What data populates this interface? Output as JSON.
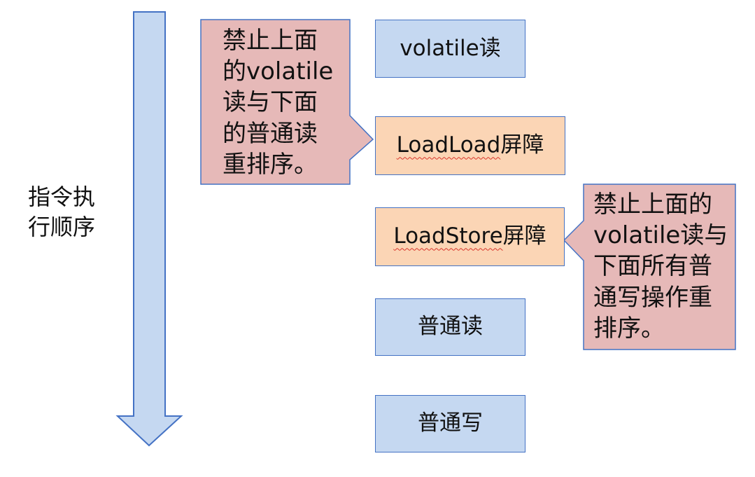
{
  "axis": {
    "label": "指令执\n行顺序"
  },
  "steps": [
    {
      "id": "volatile-read",
      "label": "volatile读",
      "color": "#c5d8f1"
    },
    {
      "id": "loadload-barrier",
      "prefix": "LoadLoad",
      "suffix": "屏障",
      "color": "#fbd5b5"
    },
    {
      "id": "loadstore-barrier",
      "prefix": "LoadStore",
      "suffix": "屏障",
      "color": "#fbd5b5"
    },
    {
      "id": "normal-read",
      "label": "普通读",
      "color": "#c5d8f1"
    },
    {
      "id": "normal-write",
      "label": "普通写",
      "color": "#c5d8f1"
    }
  ],
  "callouts": [
    {
      "id": "loadload-note",
      "text": "禁止上面\n的volatile\n读与下面\n的普通读\n重排序。",
      "color": "#e6b9b8"
    },
    {
      "id": "loadstore-note",
      "text": "禁止上面的\nvolatile读与\n下面所有普\n通写操作重\n排序。",
      "color": "#e6b9b8"
    }
  ],
  "colors": {
    "border": "#4472c4",
    "arrow_fill": "#c5d8f1",
    "misspell_underline": "#d9352b"
  }
}
